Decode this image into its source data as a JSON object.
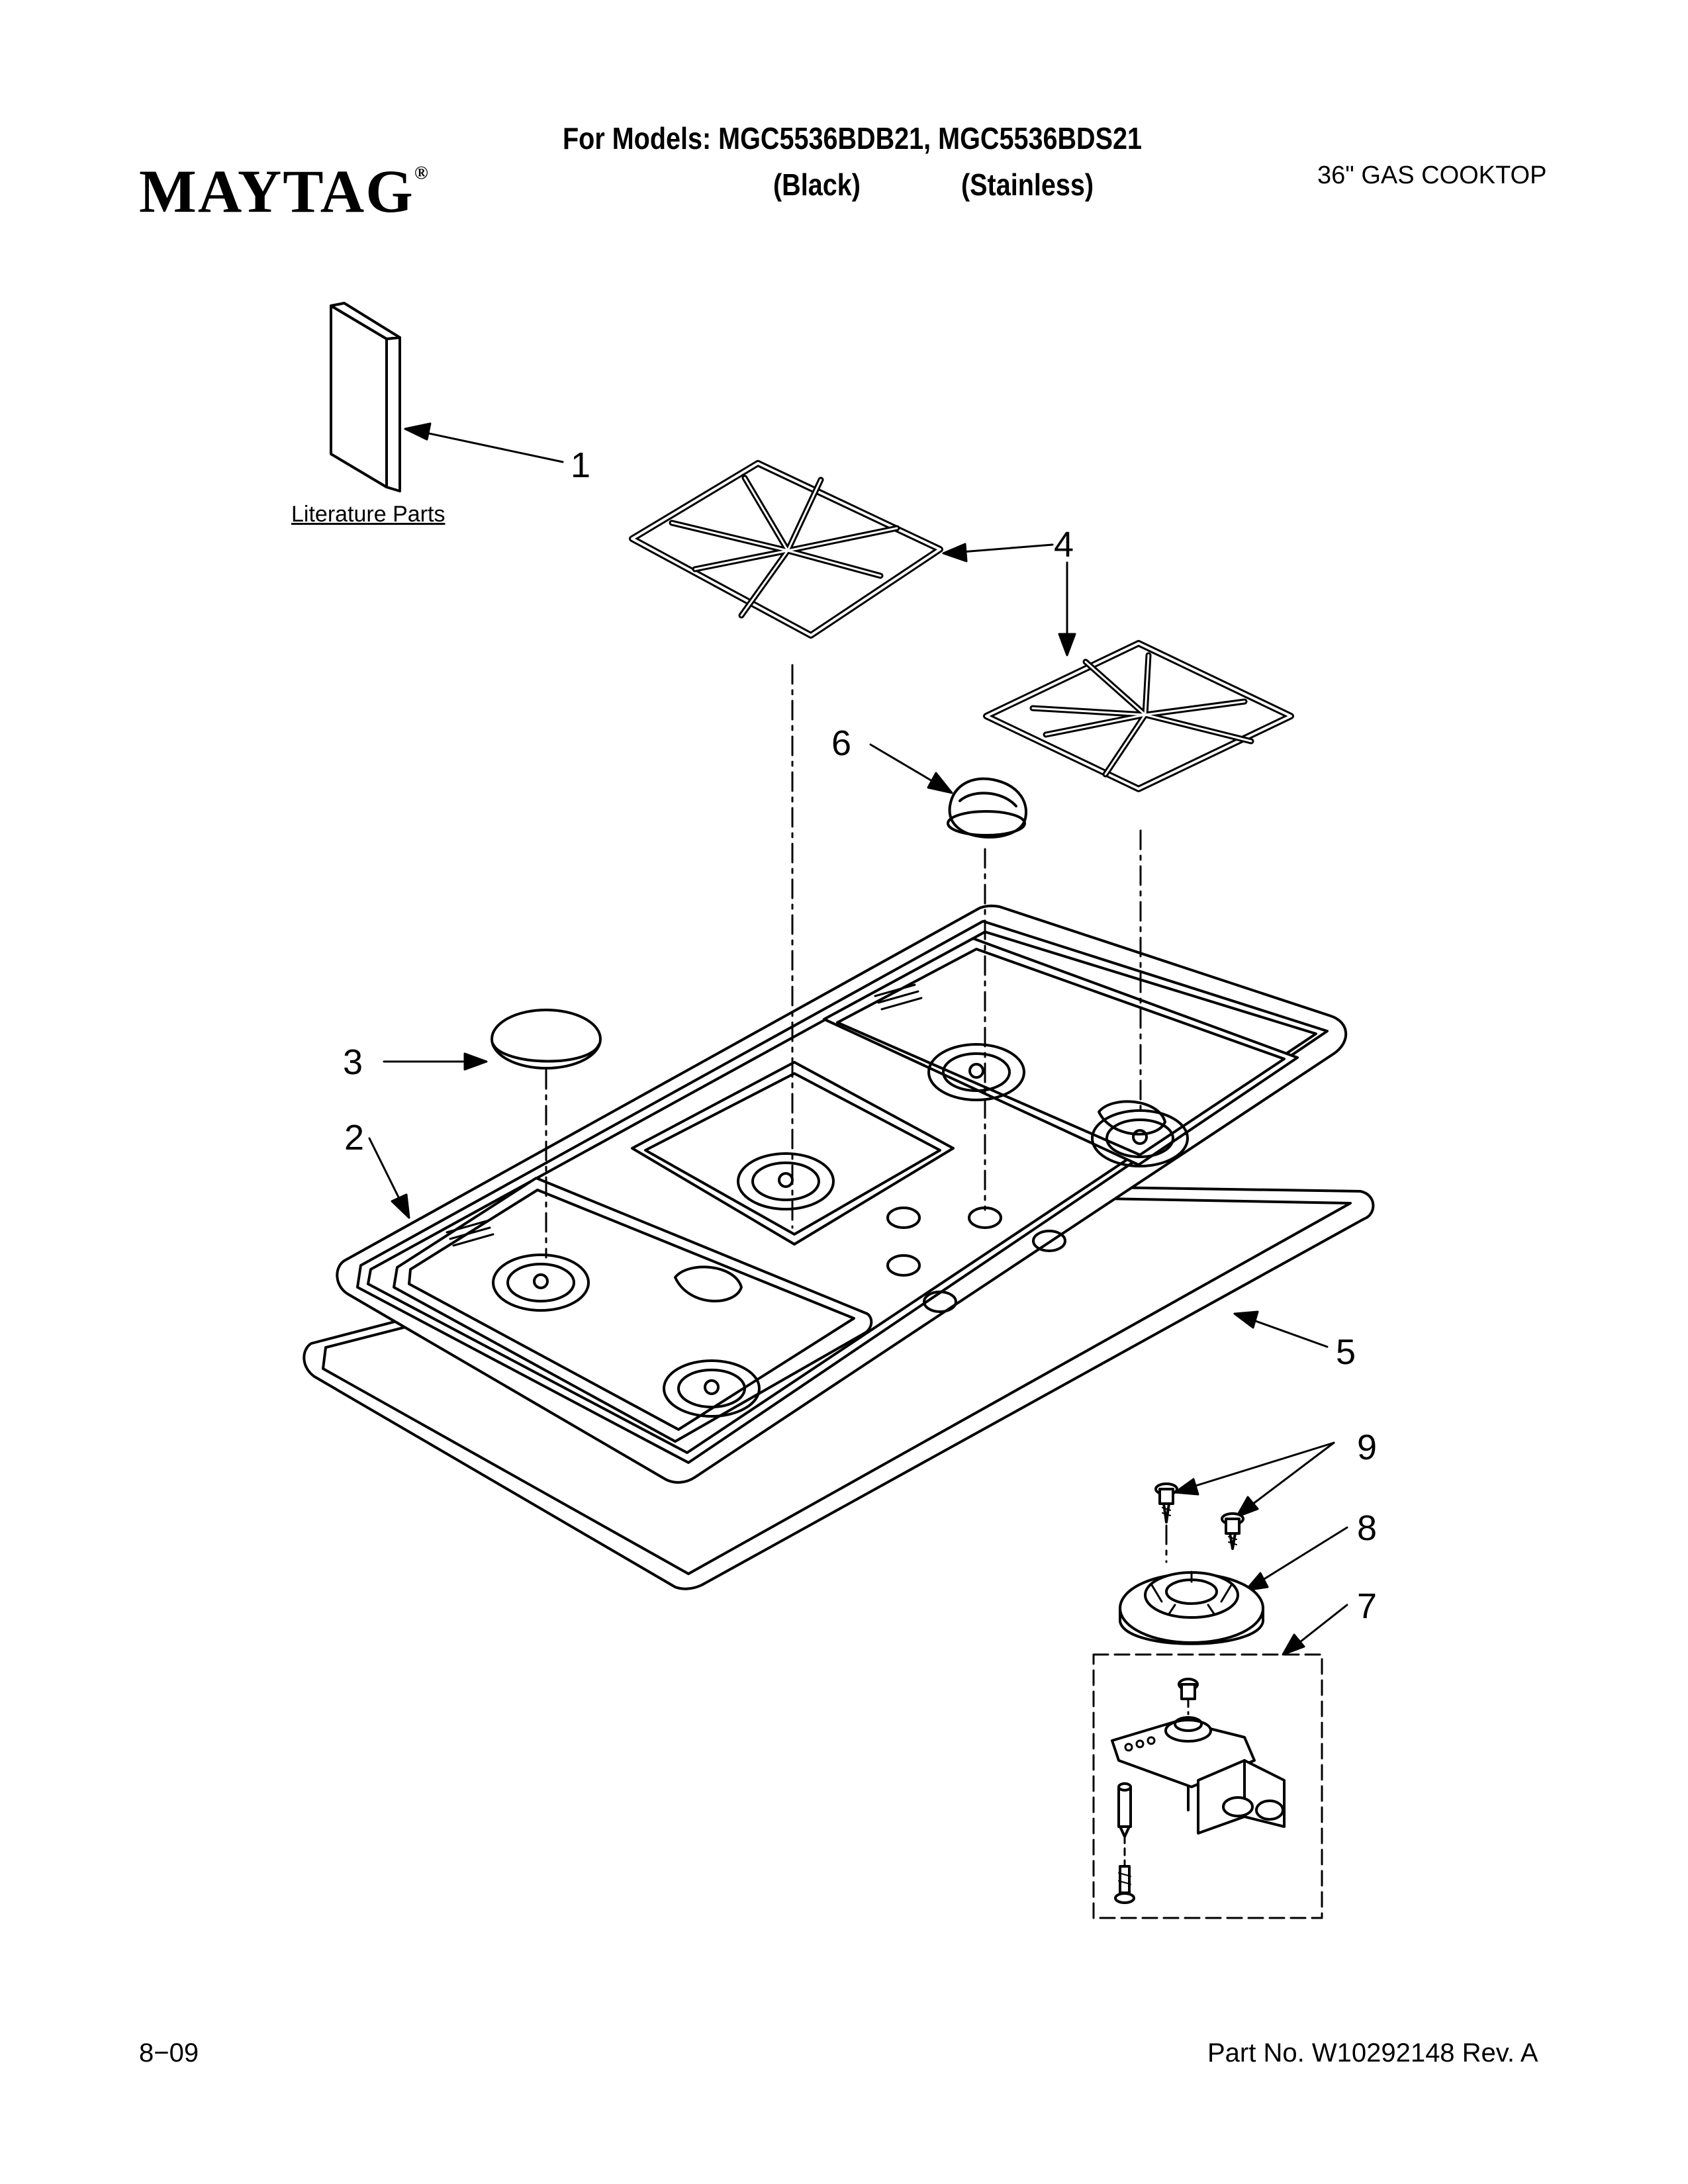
{
  "header": {
    "brand": "MAYTAG",
    "brand_mark": "®",
    "models_line": "For Models: MGC5536BDB21, MGC5536BDS21",
    "variant_black": "(Black)",
    "variant_stainless": "(Stainless)",
    "product_type": "36\" GAS COOKTOP"
  },
  "diagram": {
    "literature_label": "Literature Parts",
    "callouts": [
      "1",
      "2",
      "3",
      "4",
      "5",
      "6",
      "7",
      "8",
      "9"
    ]
  },
  "footer": {
    "date_code": "8−09",
    "part_number": "Part No. W10292148 Rev. A"
  },
  "colors": {
    "ink": "#000000",
    "paper": "#ffffff"
  }
}
